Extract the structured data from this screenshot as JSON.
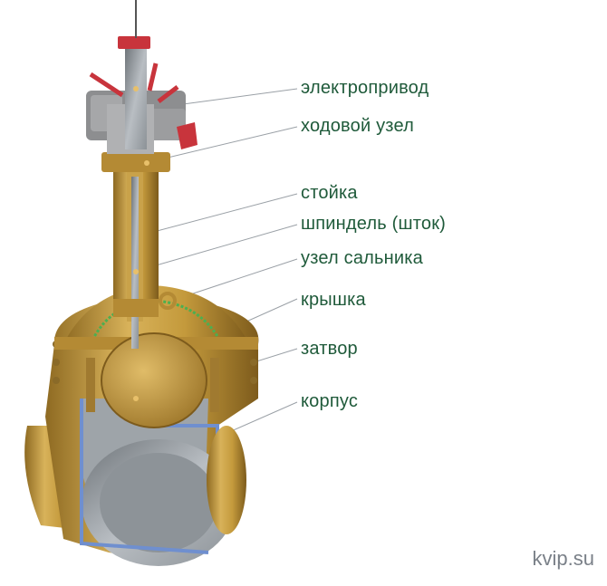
{
  "labels": [
    {
      "id": "actuator",
      "text": "электропривод"
    },
    {
      "id": "drive-unit",
      "text": "ходовой узел"
    },
    {
      "id": "pillar",
      "text": "стойка"
    },
    {
      "id": "spindle",
      "text": "шпиндель (шток)"
    },
    {
      "id": "gland",
      "text": "узел сальника"
    },
    {
      "id": "cover",
      "text": "крышка"
    },
    {
      "id": "gate",
      "text": "затвор"
    },
    {
      "id": "body",
      "text": "корпус"
    }
  ],
  "watermark": "kvip.su",
  "colors": {
    "label_text": "#1f5a3a",
    "brass": "#c49a3c",
    "red_parts": "#c8343c",
    "steel_inner": "#a9aeb3",
    "cut_edge_blue": "#6f8fcf",
    "seal_green": "#4caf50"
  }
}
